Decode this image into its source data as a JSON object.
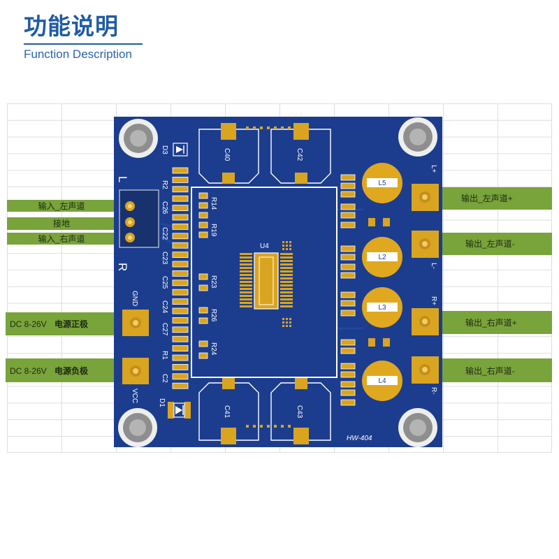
{
  "header": {
    "title": "功能说明",
    "subtitle": "Function Description"
  },
  "left_labels": [
    {
      "text": "输入_左声道"
    },
    {
      "text": "接地"
    },
    {
      "text": "输入_右声道"
    },
    {
      "voltage": "DC 8-26V",
      "text": "电源正极"
    },
    {
      "voltage": "DC 8-26V",
      "text": "电源负极"
    }
  ],
  "right_labels": [
    {
      "text": "输出_左声道+"
    },
    {
      "text": "输出_左声道-"
    },
    {
      "text": "输出_右声道+"
    },
    {
      "text": "输出_右声道-"
    }
  ],
  "board": {
    "model": "HW-404",
    "terminal": {
      "left": "L",
      "right": "R"
    },
    "power": {
      "gnd": "GND",
      "vcc": "VCC"
    },
    "left_components": [
      "D3",
      "R2",
      "C26",
      "C22",
      "C23",
      "C25",
      "C24",
      "C27",
      "R1",
      "C2",
      "D1"
    ],
    "resistors": [
      "R14",
      "R19",
      "R23",
      "R26",
      "R24"
    ],
    "chip": "U4",
    "capacitors": {
      "top_left": "C40",
      "top_right": "C42",
      "bottom_left": "C41",
      "bottom_right": "C43"
    },
    "inductors": [
      "L5",
      "L2",
      "L3",
      "L4"
    ],
    "outputs": [
      "L+",
      "L-",
      "R+",
      "R-"
    ]
  },
  "colors": {
    "header": "#1f5ba6",
    "pcb": "#1c3d8e",
    "gold": "#d9a520",
    "label_green": "#79a33b"
  }
}
